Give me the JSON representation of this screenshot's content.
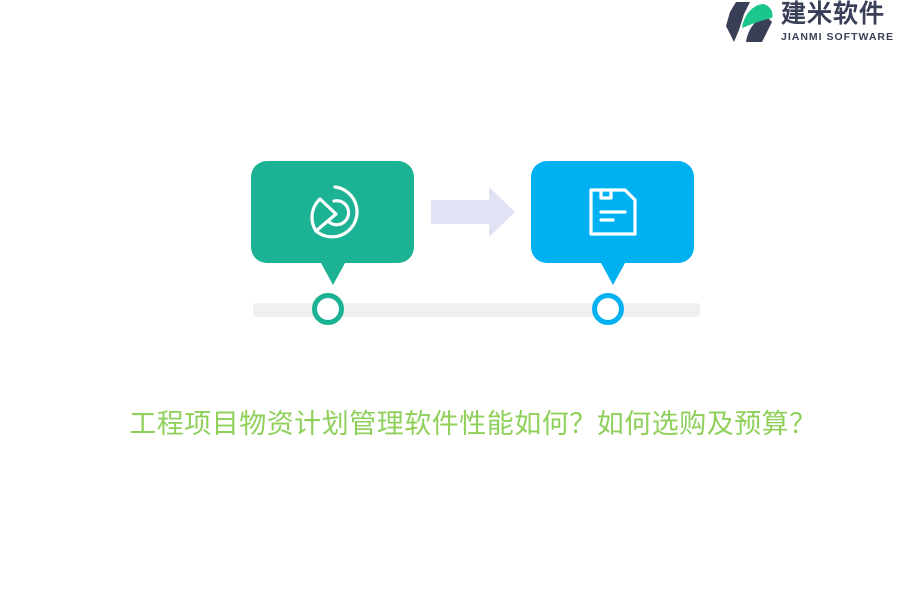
{
  "brand": {
    "name_cn": "建米软件",
    "name_en": "JIANMI SOFTWARE",
    "colors": {
      "dark": "#3a3f58",
      "green": "#1cc58a"
    }
  },
  "diagram": {
    "steps": [
      {
        "icon": "pie-chart-icon",
        "color": "#1cb394"
      },
      {
        "icon": "floppy-save-icon",
        "color": "#00b1f2"
      }
    ],
    "arrow_color": "#dfe3f3",
    "track_color": "#f0f0f0"
  },
  "headline": {
    "text": "工程项目物资计划管理软件性能如何？如何选购及预算？",
    "color": "#8fd05a"
  }
}
